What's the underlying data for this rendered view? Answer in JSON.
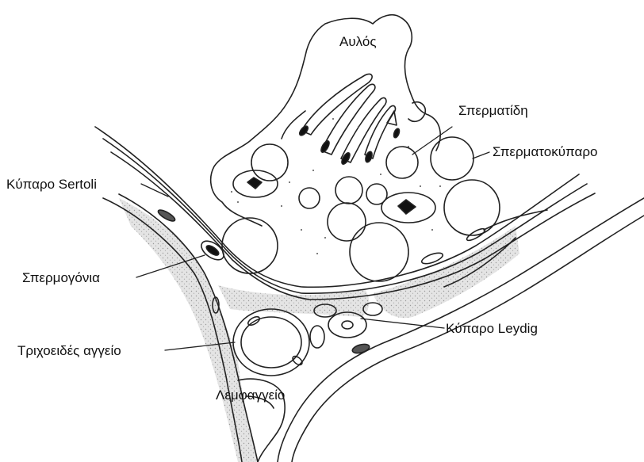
{
  "labels": {
    "lumen": "Αυλός",
    "spermatid": "Σπερματίδη",
    "spermatocyte": "Σπερματοκύπαρο",
    "sertoli": "Κύπαρο Sertoli",
    "spermatogonia": "Σπερμογόνια",
    "leydig": "Κύπαρο Leydig",
    "capillary": "Τριχοειδές αγγείο",
    "lymphatic": "Λεμφαγγείο"
  },
  "colors": {
    "ink": "#111111",
    "stroke": "#222222",
    "stipple": "#d2d2d2",
    "background": "#ffffff"
  }
}
